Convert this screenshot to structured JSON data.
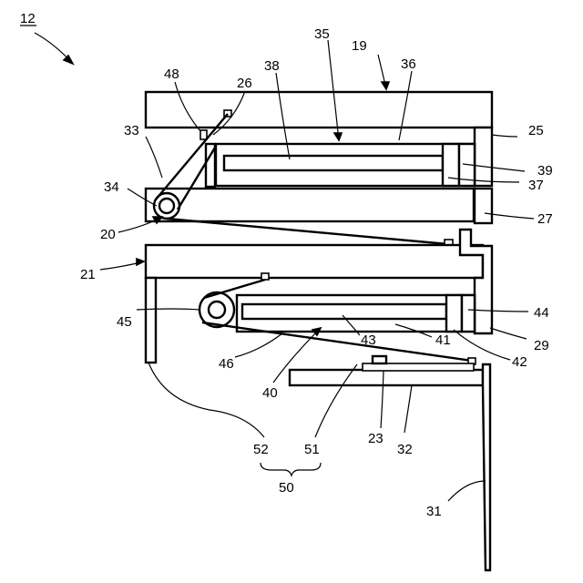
{
  "figure_number": "12",
  "labels": {
    "l19": "19",
    "l20": "20",
    "l21": "21",
    "l23": "23",
    "l25": "25",
    "l26": "26",
    "l27": "27",
    "l29": "29",
    "l31": "31",
    "l32": "32",
    "l33": "33",
    "l34": "34",
    "l35": "35",
    "l36": "36",
    "l37": "37",
    "l38": "38",
    "l39": "39",
    "l40": "40",
    "l41": "41",
    "l42": "42",
    "l43": "43",
    "l44": "44",
    "l45": "45",
    "l46": "46",
    "l48": "48",
    "l50": "50",
    "l51": "51",
    "l52": "52"
  }
}
